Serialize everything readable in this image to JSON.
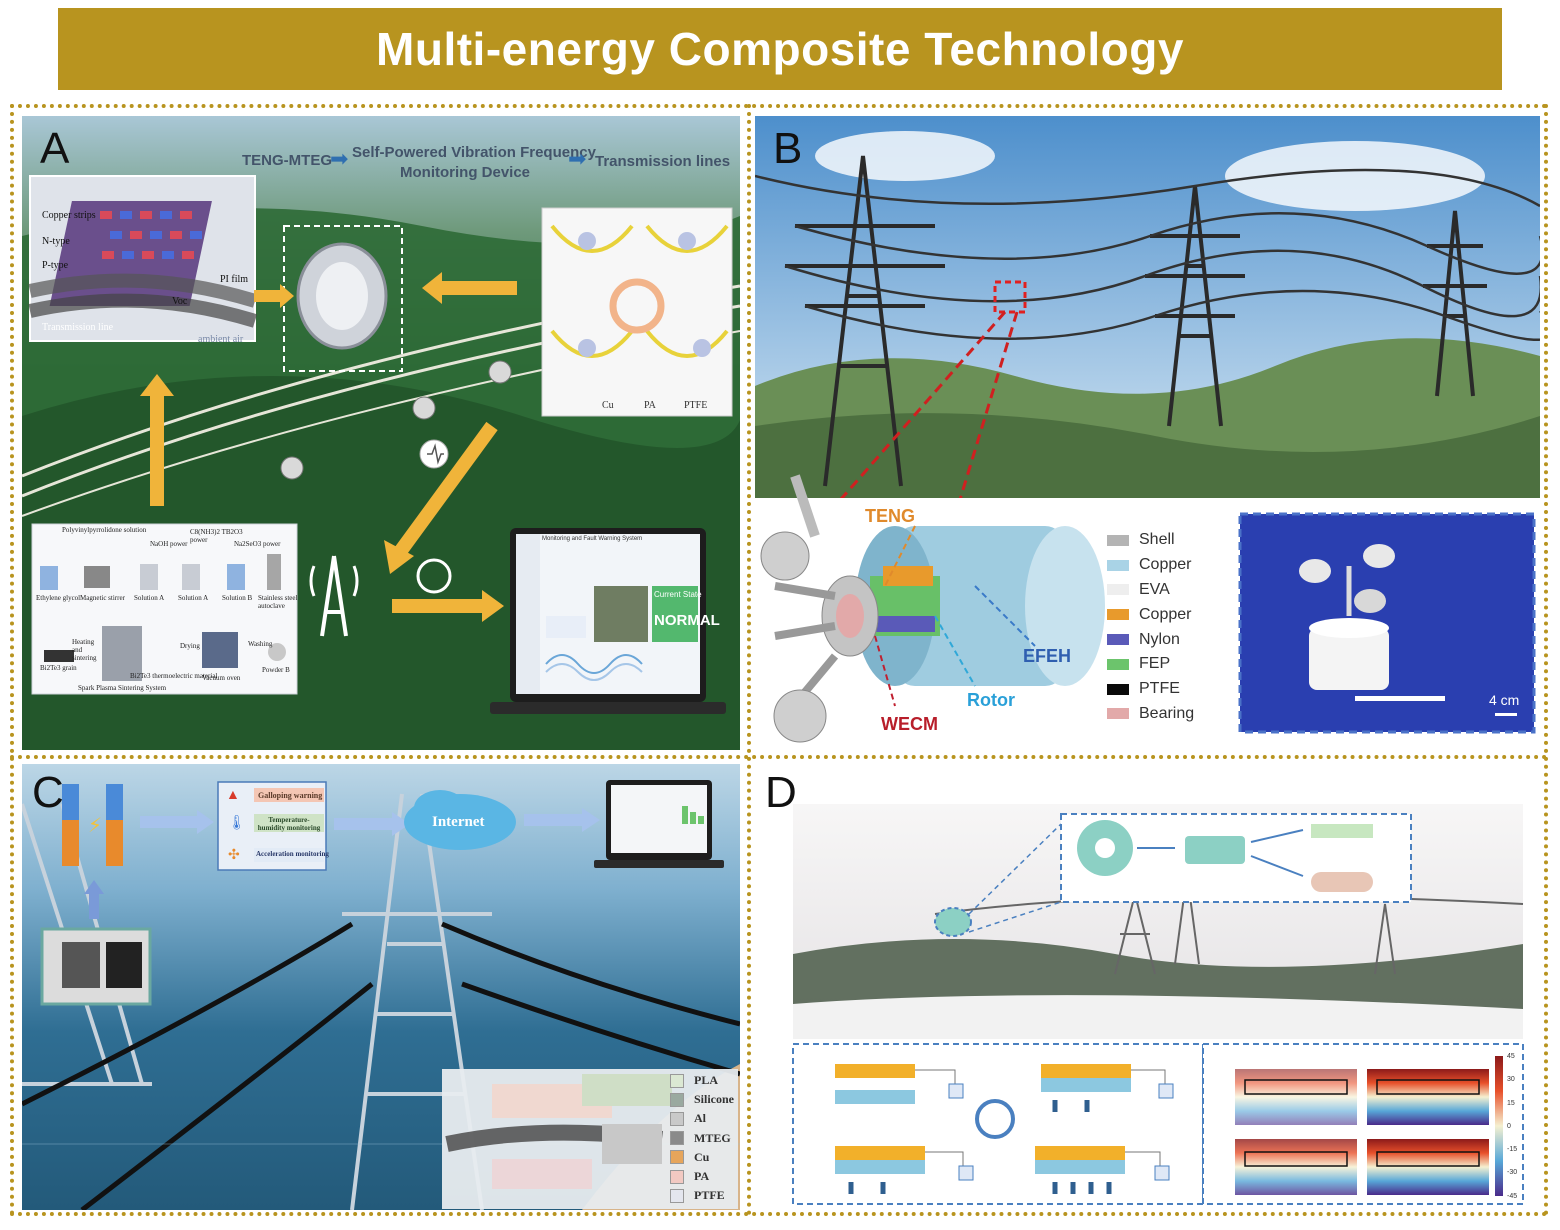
{
  "title": "Multi-energy Composite Technology",
  "panels": {
    "a": {
      "letter": "A",
      "flow": [
        "TENG-MTEG",
        "Self-Powered Vibration Frequency",
        "Monitoring Device",
        "Transmission lines"
      ],
      "inset_labels": {
        "copper": "Copper strips",
        "ntype": "N-type",
        "ptype": "P-type",
        "pi": "PI film",
        "line": "Transmission line",
        "air": "ambient air",
        "voc": "Voc"
      },
      "legend": [
        "Cu",
        "PA",
        "PTFE"
      ],
      "process": {
        "solution_top": "Polyvinylpyrrolidone solution",
        "reagent1": "NaOH power",
        "reagent2": "C8(NH3)2 TB2O3 power",
        "reagent3": "Na2SeO3 power",
        "steps": [
          "Ethylene glycol",
          "Magnetic stirrer",
          "Solution A",
          "Solution A",
          "Solution B",
          "Stainless steel autoclave"
        ],
        "bottom": [
          "Bi2Te3 grain",
          "Heating and sintering",
          "Drying",
          "Washing",
          "Powder B"
        ],
        "spark": "Spark Plasma Sintering System",
        "material": "Bi2Te3 thermoelectric material",
        "oven": "Vacuum oven"
      },
      "laptop": {
        "header": "Monitoring and Fault Warning System",
        "state_title": "Current State",
        "state_value": "NORMAL"
      }
    },
    "b": {
      "letter": "B",
      "labels": {
        "teng": "TENG",
        "efeh": "EFEH",
        "rotor": "Rotor",
        "wecm": "WECM"
      },
      "legend": [
        {
          "label": "Shell",
          "color": "#b4b4b4"
        },
        {
          "label": "Copper",
          "color": "#a9d3e6"
        },
        {
          "label": "EVA",
          "color": "#eeeeee"
        },
        {
          "label": "Copper",
          "color": "#e89a2c"
        },
        {
          "label": "Nylon",
          "color": "#5a5ab8"
        },
        {
          "label": "FEP",
          "color": "#6cc46c"
        },
        {
          "label": "PTFE",
          "color": "#0a0a0a"
        },
        {
          "label": "Bearing",
          "color": "#e2a9a9"
        }
      ],
      "scale": "4 cm"
    },
    "c": {
      "letter": "C",
      "warnings": [
        "Galloping warning",
        "Temperature-humidity monitoring",
        "Acceleration monitoring"
      ],
      "cloud": "Internet",
      "legend": [
        {
          "label": "PLA",
          "color": "#dbe8d3"
        },
        {
          "label": "Silicone",
          "color": "#9aa9a0"
        },
        {
          "label": "Al",
          "color": "#c9c9c9"
        },
        {
          "label": "MTEG",
          "color": "#8a8a8a"
        },
        {
          "label": "Cu",
          "color": "#e6a55b"
        },
        {
          "label": "PA",
          "color": "#f2c9c2"
        },
        {
          "label": "PTFE",
          "color": "#e4e6ee"
        }
      ]
    },
    "d": {
      "letter": "D",
      "colorbar": [
        "45",
        "30",
        "15",
        "0",
        "-15",
        "-30",
        "-45"
      ]
    }
  }
}
